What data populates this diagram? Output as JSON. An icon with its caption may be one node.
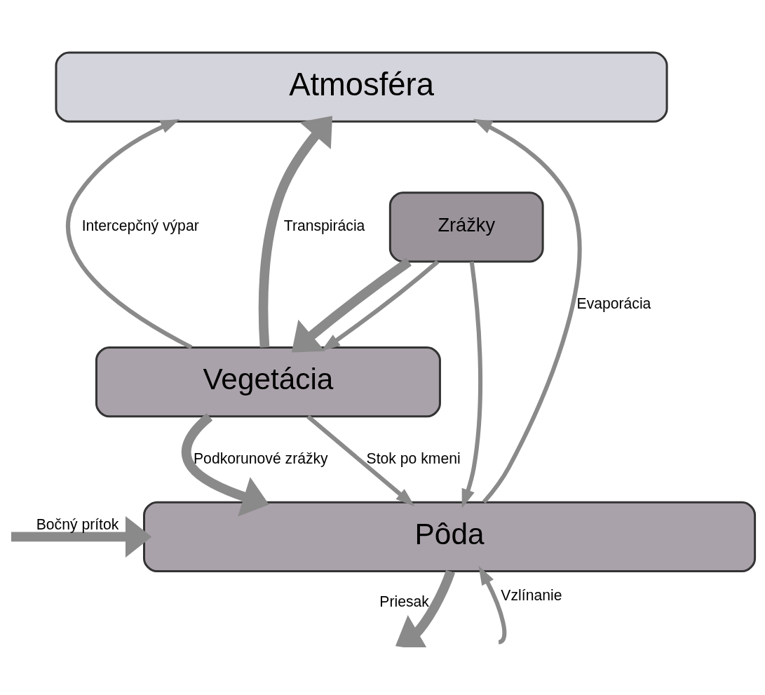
{
  "diagram": {
    "nodes": [
      {
        "text": [
          "Atmosféra"
        ]
      },
      {
        "text": [
          "Vegetácia"
        ]
      },
      {
        "text": [
          "Pôda"
        ]
      },
      {
        "text": [
          "Zrážky"
        ]
      }
    ],
    "edges": [
      {
        "from": 3,
        "to": 1,
        "arrow": "to",
        "style": "thick"
      },
      {
        "from": 3,
        "to": 1,
        "arrow": "to"
      },
      {
        "from": 3,
        "to": 2,
        "arrow": "to"
      },
      {
        "from": 1,
        "to": 0,
        "arrow": "to",
        "label": "Intercepčný výpar"
      },
      {
        "from": 1,
        "to": 0,
        "arrow": "to",
        "label": "Transpirácia",
        "style": "thick"
      },
      {
        "from": 2,
        "to": 0,
        "arrow": "to",
        "label": "Evaporácia"
      },
      {
        "from": 1,
        "to": 2,
        "arrow": "to",
        "label": "Podkorunové zrážky",
        "style": "thick"
      },
      {
        "from": 1,
        "to": 2,
        "arrow": "to",
        "label": "Stok po kmeni"
      },
      {
        "from": null,
        "to": 2,
        "arrow": "to",
        "label": "Bočný prítok",
        "style": "thick"
      },
      {
        "from": 2,
        "to": null,
        "arrow": "to",
        "label": "Priesak",
        "style": "thick"
      },
      {
        "from": null,
        "to": 2,
        "arrow": "to",
        "label": "Vzlínanie"
      }
    ]
  }
}
